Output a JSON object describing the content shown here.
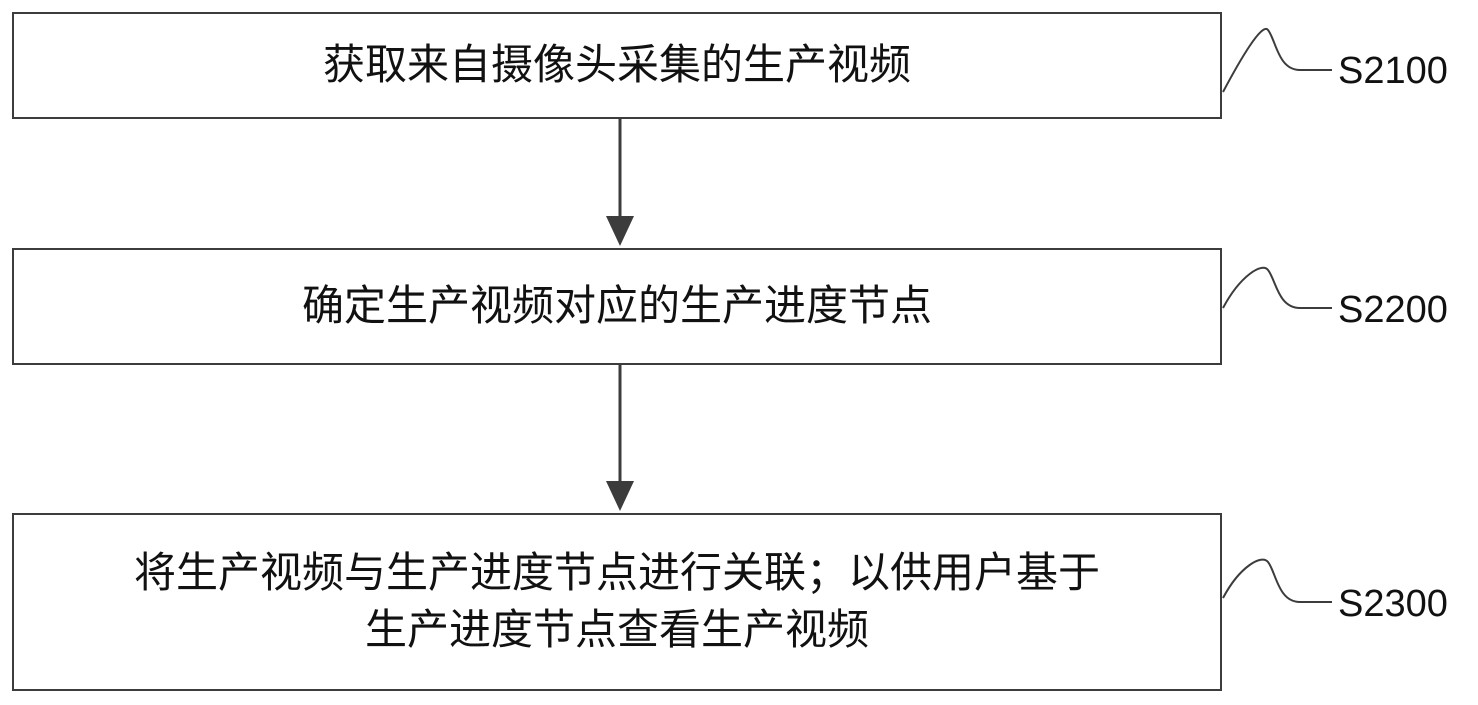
{
  "steps": [
    {
      "id": "S2100",
      "text": "获取来自摄像头采集的生产视频"
    },
    {
      "id": "S2200",
      "text": "确定生产视频对应的生产进度节点"
    },
    {
      "id": "S2300",
      "text": "将生产视频与生产进度节点进行关联；以供用户基于\n生产进度节点查看生产视频"
    }
  ],
  "colors": {
    "line": "#3c3c3c",
    "text": "#111111",
    "background": "#ffffff"
  }
}
